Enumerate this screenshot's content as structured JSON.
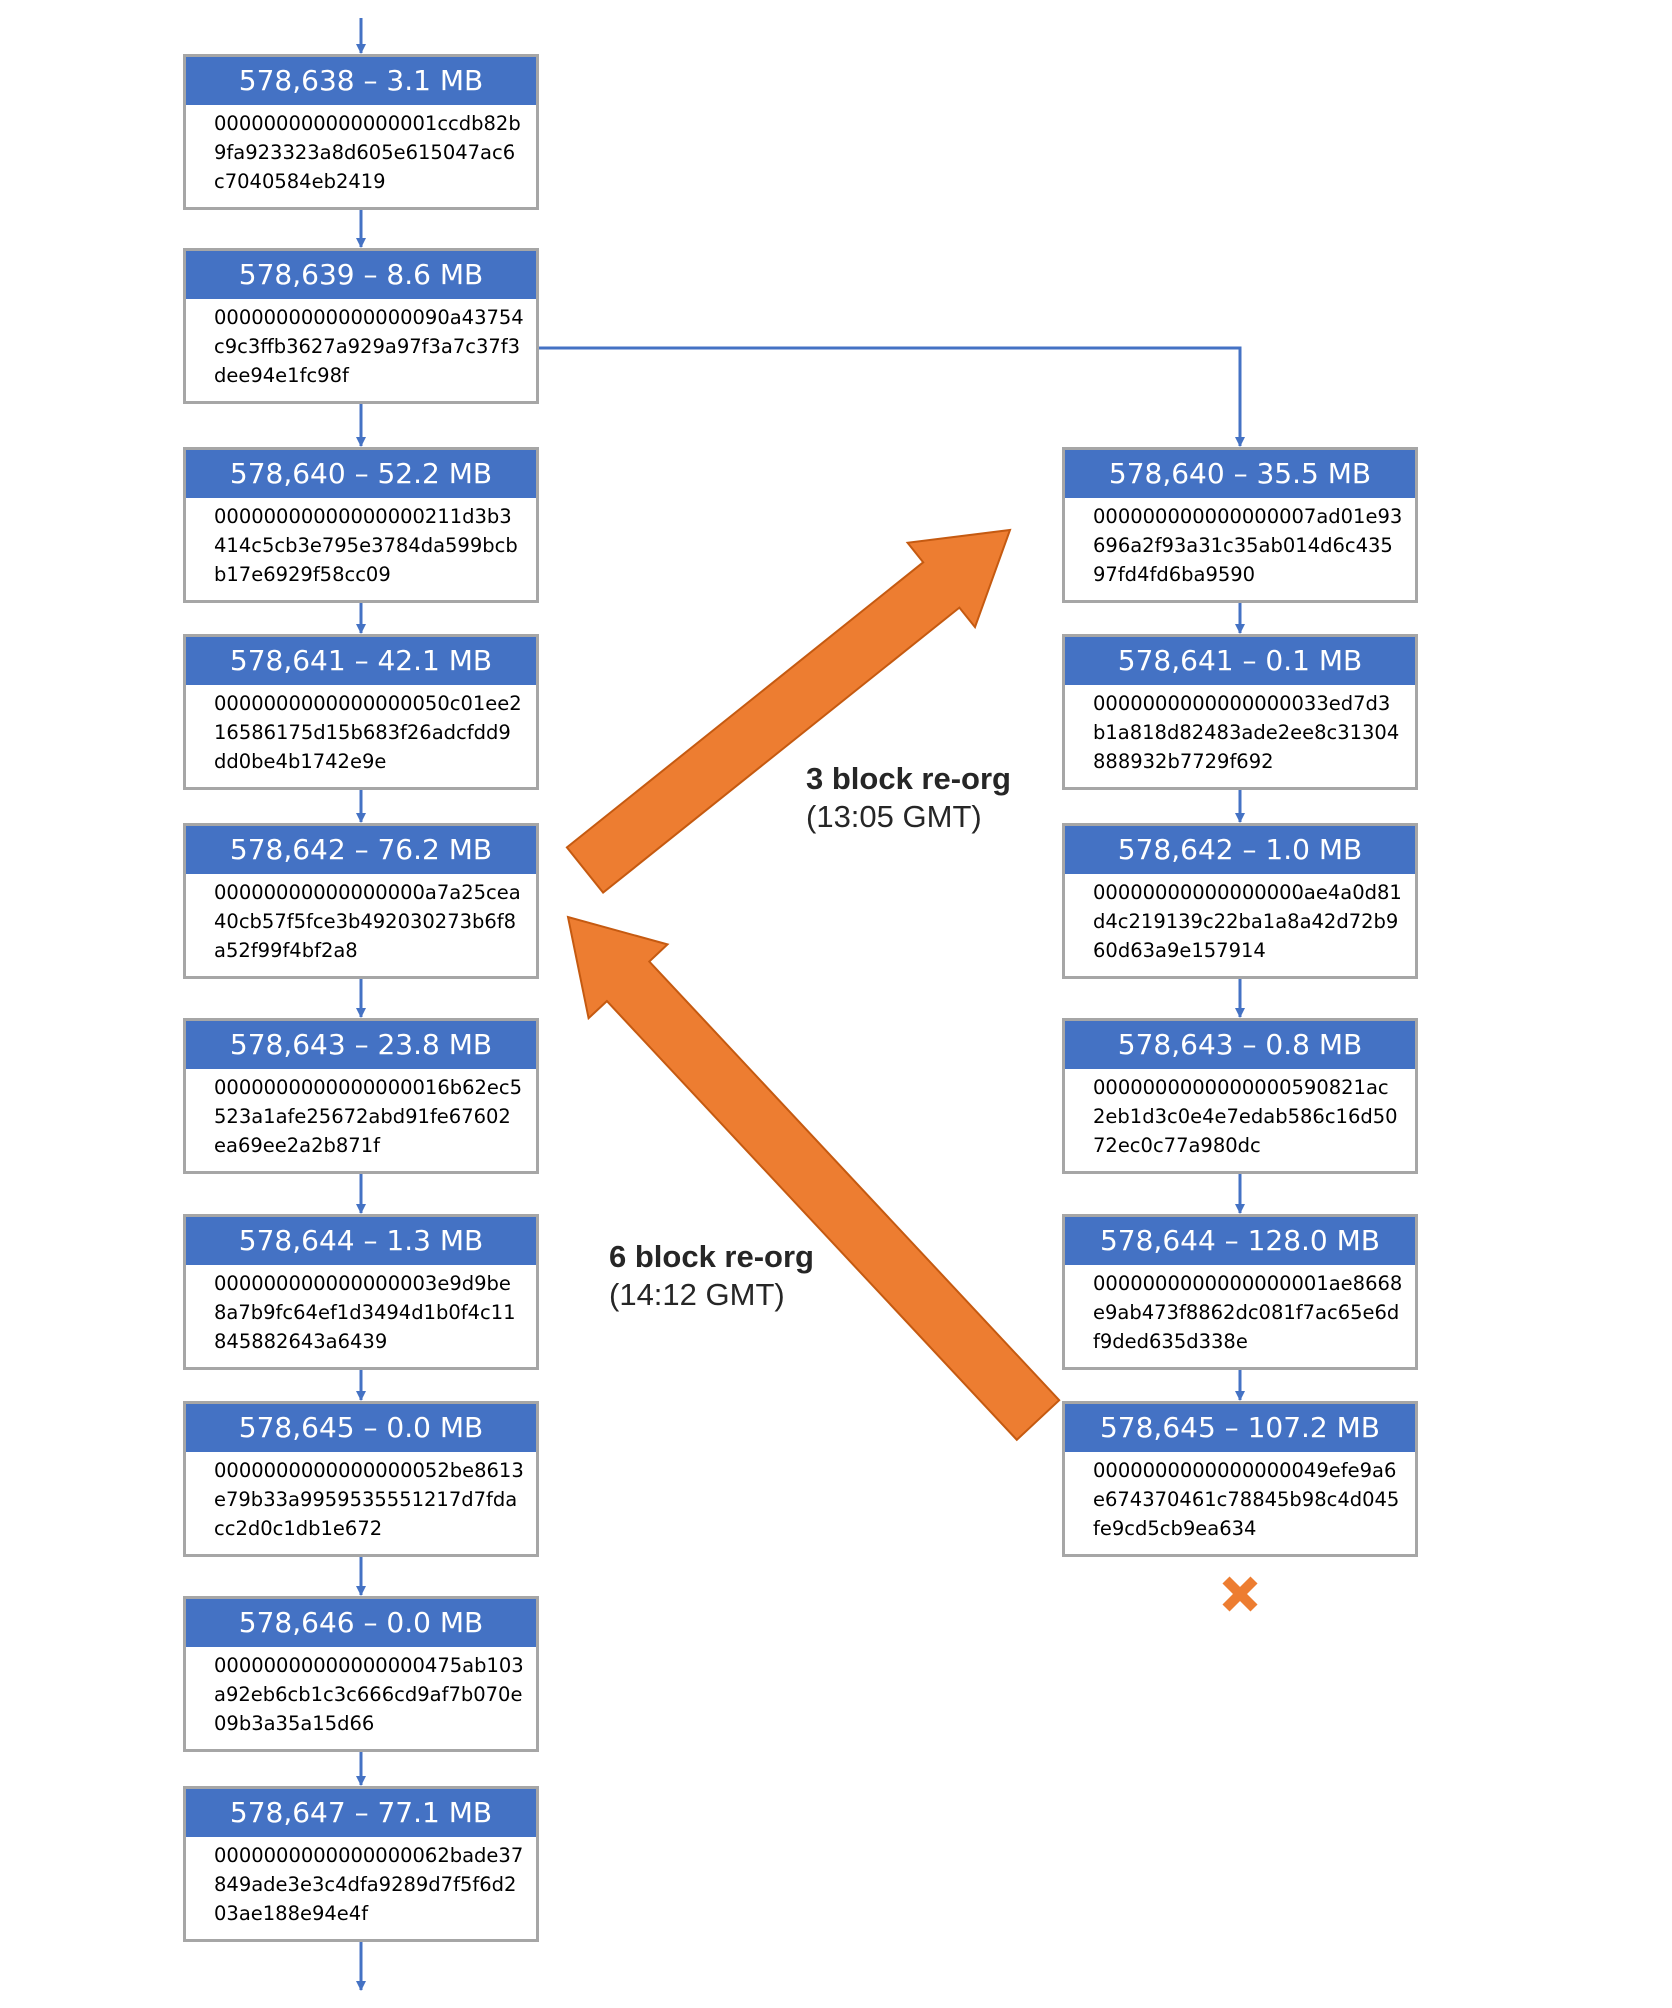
{
  "colors": {
    "header_bg": "#4472c4",
    "header_text": "#ffffff",
    "box_border": "#a6a6a6",
    "link": "#4472c4",
    "reorg_arrow_fill": "#ed7d31",
    "reorg_arrow_stroke": "#c55a11",
    "orphan_mark": "#ed7d31"
  },
  "main_chain": [
    {
      "label": "578,638 – 3.1 MB",
      "hash": [
        "000000000000000001ccdb82b",
        "9fa923323a8d605e615047ac6",
        "c7040584eb2419"
      ]
    },
    {
      "label": "578,639 – 8.6 MB",
      "hash": [
        "0000000000000000090a43754",
        "c9c3ffb3627a929a97f3a7c37f3",
        "dee94e1fc98f"
      ]
    },
    {
      "label": "578,640 – 52.2 MB",
      "hash": [
        "00000000000000000211d3b3",
        "414c5cb3e795e3784da599bcb",
        "b17e6929f58cc09"
      ]
    },
    {
      "label": "578,641 – 42.1 MB",
      "hash": [
        "0000000000000000050c01ee2",
        "16586175d15b683f26adcfdd9",
        "dd0be4b1742e9e"
      ]
    },
    {
      "label": "578,642 – 76.2 MB",
      "hash": [
        "00000000000000000a7a25cea",
        "40cb57f5fce3b492030273b6f8",
        "a52f99f4bf2a8"
      ]
    },
    {
      "label": "578,643 – 23.8 MB",
      "hash": [
        "0000000000000000016b62ec5",
        "523a1afe25672abd91fe67602",
        "ea69ee2a2b871f"
      ]
    },
    {
      "label": "578,644 – 1.3 MB",
      "hash": [
        "000000000000000003e9d9be",
        "8a7b9fc64ef1d3494d1b0f4c11",
        "845882643a6439"
      ]
    },
    {
      "label": "578,645 – 0.0 MB",
      "hash": [
        "0000000000000000052be8613",
        "e79b33a9959535551217d7fda",
        "cc2d0c1db1e672"
      ]
    },
    {
      "label": "578,646 – 0.0 MB",
      "hash": [
        "00000000000000000475ab103",
        "a92eb6cb1c3c666cd9af7b070e",
        "09b3a35a15d66"
      ]
    },
    {
      "label": "578,647 – 77.1 MB",
      "hash": [
        "0000000000000000062bade37",
        "849ade3e3c4dfa9289d7f5f6d2",
        "03ae188e94e4f"
      ]
    }
  ],
  "fork_chain": [
    {
      "label": "578,640 – 35.5 MB",
      "hash": [
        "000000000000000007ad01e93",
        "696a2f93a31c35ab014d6c435",
        "97fd4fd6ba9590"
      ]
    },
    {
      "label": "578,641 – 0.1 MB",
      "hash": [
        "0000000000000000033ed7d3",
        "b1a818d82483ade2ee8c31304",
        "888932b7729f692"
      ]
    },
    {
      "label": "578,642 – 1.0 MB",
      "hash": [
        "00000000000000000ae4a0d81",
        "d4c219139c22ba1a8a42d72b9",
        "60d63a9e157914"
      ]
    },
    {
      "label": "578,643 – 0.8 MB",
      "hash": [
        "0000000000000000590821ac",
        "2eb1d3c0e4e7edab586c16d50",
        "72ec0c77a980dc"
      ]
    },
    {
      "label": "578,644 – 128.0 MB",
      "hash": [
        "0000000000000000001ae8668",
        "e9ab473f8862dc081f7ac65e6d",
        "f9ded635d338e"
      ]
    },
    {
      "label": "578,645 – 107.2 MB",
      "hash": [
        "0000000000000000049efe9a6",
        "e674370461c78845b98c4d045",
        "fe9cd5cb9ea634"
      ]
    }
  ],
  "reorgs": [
    {
      "title": "3 block re-org",
      "time": "(13:05 GMT)"
    },
    {
      "title": "6 block re-org",
      "time": "(14:12 GMT)"
    }
  ],
  "orphan_mark": "x-icon"
}
